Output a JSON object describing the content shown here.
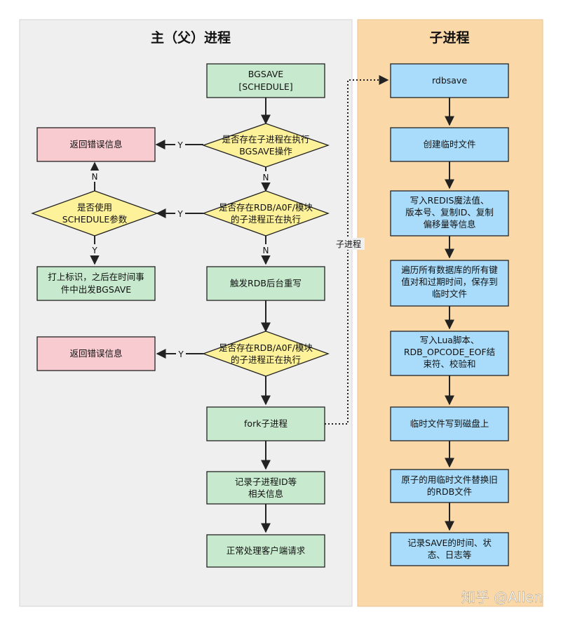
{
  "panels": {
    "parent_title": "主（父）进程",
    "child_title": "子进程"
  },
  "nodes": {
    "bgsave": [
      "BGSAVE",
      "[SCHEDULE]"
    ],
    "check_child_running": [
      "是否存在子进程在执行",
      "BGSAVE操作"
    ],
    "return_error_1": [
      "返回错误信息"
    ],
    "check_rdb_aof_1": [
      "是否存在RDB/A0F/模块",
      "的子进程正在执行"
    ],
    "use_schedule": [
      "是否使用",
      "SCHEDULE参数"
    ],
    "mark_later": [
      "打上标识，之后在时间事",
      "件中出发BGSAVE"
    ],
    "trigger_rewrite": [
      "触发RDB后台重写"
    ],
    "return_error_2": [
      "返回错误信息"
    ],
    "check_rdb_aof_2": [
      "是否存在RDB/A0F/模块",
      "的子进程正在执行"
    ],
    "fork_child": [
      "fork子进程"
    ],
    "record_child_id": [
      "记录子进程ID等",
      "相关信息"
    ],
    "handle_requests": [
      "正常处理客户端请求"
    ],
    "rdbsave": [
      "rdbsave"
    ],
    "create_temp_file": [
      "创建临时文件"
    ],
    "write_redis_magic": [
      "写入REDIS魔法值、",
      "版本号、复制ID、复制",
      "偏移量等信息"
    ],
    "traverse_db": [
      "遍历所有数据库的所有键",
      "值对和过期时间，保存到",
      "临时文件"
    ],
    "write_lua": [
      "写入Lua脚本、",
      "RDB_OPCODE_EOF结",
      "束符、校验和"
    ],
    "flush_to_disk": [
      "临时文件写到磁盘上"
    ],
    "atomic_replace": [
      "原子的用临时文件替换旧",
      "的RDB文件"
    ],
    "record_save_time": [
      "记录SAVE的时间、状",
      "态、日志等"
    ]
  },
  "edge_labels": {
    "yes": "Y",
    "no": "N",
    "child_process": "子进程"
  },
  "watermark": "知乎 @Allen",
  "colors": {
    "parent_panel": "#efefef",
    "child_panel": "#fbd8a8",
    "green_box": "#c7e9cd",
    "pink_box": "#f8cbd0",
    "yellow_diamond": "#fdf19a",
    "blue_box": "#a9dcfa",
    "stroke": "#222222"
  }
}
